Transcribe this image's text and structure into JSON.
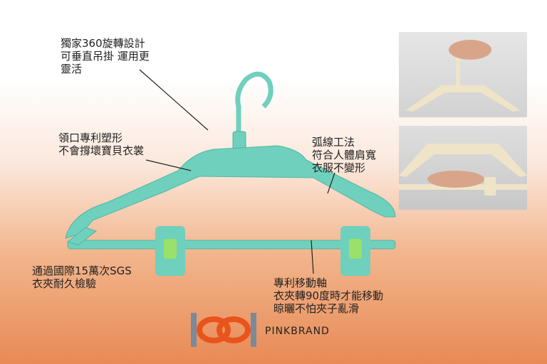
{
  "captions": {
    "rotation": "獨家360旋轉設計\n可垂直吊掛 運用更\n靈活",
    "collar": "領口專利塑形\n不會撐壞寶貝衣裳",
    "arc": "弧線工法\n符合人體肩寬\n衣服不變形",
    "sgs": "通過國際15萬次SGS\n衣夾耐久檢驗",
    "axis": "專利移動軸\n衣夾轉90度時才能移動\n晾曬不怕夾子亂滑"
  },
  "brand": {
    "name": "PINKBRAND",
    "logo_color": "#e8541c"
  },
  "colors": {
    "hanger": "#6fd0bd",
    "clip": "#9be06a",
    "photo_hanger": "#efe4c8"
  }
}
